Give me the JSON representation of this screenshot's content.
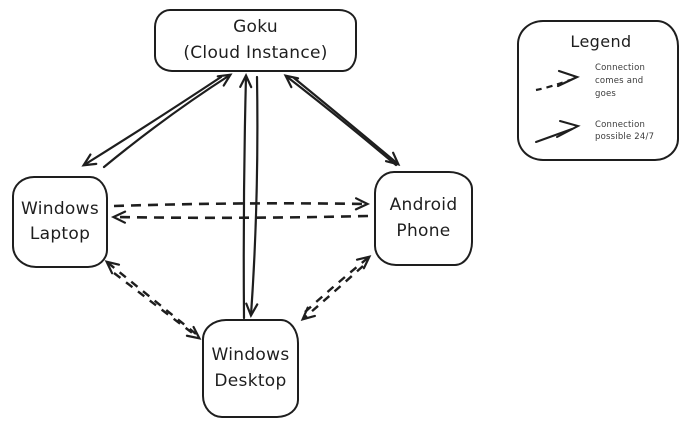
{
  "nodes": {
    "goku": {
      "line1": "Goku",
      "line2": "(Cloud Instance)"
    },
    "windows_laptop": {
      "line1": "Windows",
      "line2": "Laptop"
    },
    "android_phone": {
      "line1": "Android",
      "line2": "Phone"
    },
    "windows_desktop": {
      "line1": "Windows",
      "line2": "Desktop"
    }
  },
  "edges": [
    {
      "from": "Windows Laptop",
      "to": "Goku (Cloud Instance)",
      "style": "solid",
      "bidirectional": true,
      "meaning": "Connection possible 24/7"
    },
    {
      "from": "Android Phone",
      "to": "Goku (Cloud Instance)",
      "style": "solid",
      "bidirectional": true,
      "meaning": "Connection possible 24/7"
    },
    {
      "from": "Windows Desktop",
      "to": "Goku (Cloud Instance)",
      "style": "solid",
      "bidirectional": true,
      "meaning": "Connection possible 24/7"
    },
    {
      "from": "Windows Laptop",
      "to": "Android Phone",
      "style": "dashed",
      "bidirectional": true,
      "meaning": "Connection comes and goes"
    },
    {
      "from": "Windows Laptop",
      "to": "Windows Desktop",
      "style": "dashed",
      "bidirectional": true,
      "meaning": "Connection comes and goes"
    },
    {
      "from": "Android Phone",
      "to": "Windows Desktop",
      "style": "dashed",
      "bidirectional": true,
      "meaning": "Connection comes and goes"
    }
  ],
  "legend": {
    "title": "Legend",
    "items": [
      {
        "icon": "dashed-arrow-icon",
        "label": "Connection comes and goes"
      },
      {
        "icon": "solid-arrow-icon",
        "label": "Connection possible 24/7"
      }
    ]
  },
  "colors": {
    "stroke": "#1e1e1e",
    "background": "#ffffff"
  }
}
